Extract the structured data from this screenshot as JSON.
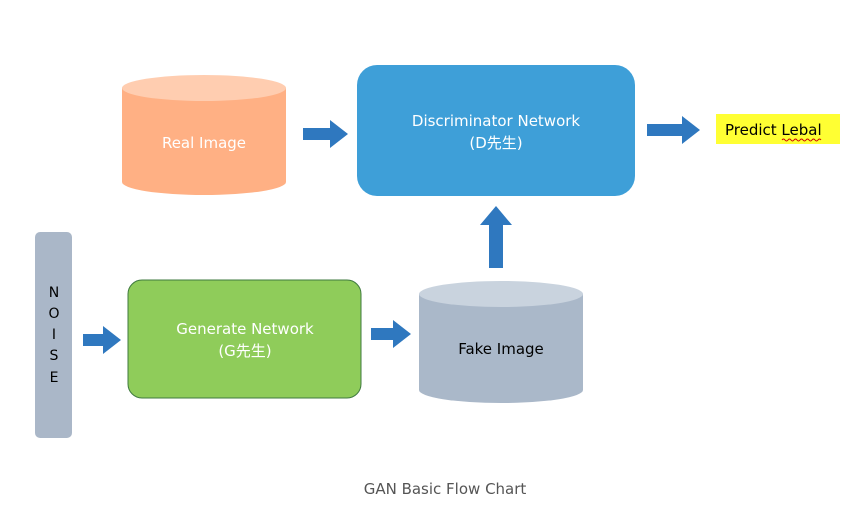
{
  "diagram": {
    "caption": "GAN Basic Flow Chart",
    "nodes": {
      "real_image": {
        "label": "Real Image",
        "fill": "#ffb084",
        "top_fill": "#ffcdb0",
        "text_color": "#ffffff"
      },
      "discriminator": {
        "line1": "Discriminator Network",
        "line2": "(D先生)",
        "fill": "#3e9fd8",
        "text_color": "#ffffff"
      },
      "predict": {
        "label": "Predict Lebal",
        "fill": "#ffff33",
        "text_color": "#000000"
      },
      "noise": {
        "letters": [
          "N",
          "O",
          "I",
          "S",
          "E"
        ],
        "fill": "#aab7c8",
        "text_color": "#000000"
      },
      "generator": {
        "line1": "Generate Network",
        "line2": "(G先生)",
        "fill": "#8fcc5a",
        "stroke": "#3f7a3f",
        "text_color": "#ffffff"
      },
      "fake_image": {
        "label": "Fake Image",
        "fill": "#aab8c9",
        "top_fill": "#c9d3de",
        "text_color": "#000000"
      }
    },
    "colors": {
      "arrow": "#2f78bf",
      "caption": "#555555",
      "spellcheck_underline": "#cc0000"
    }
  }
}
